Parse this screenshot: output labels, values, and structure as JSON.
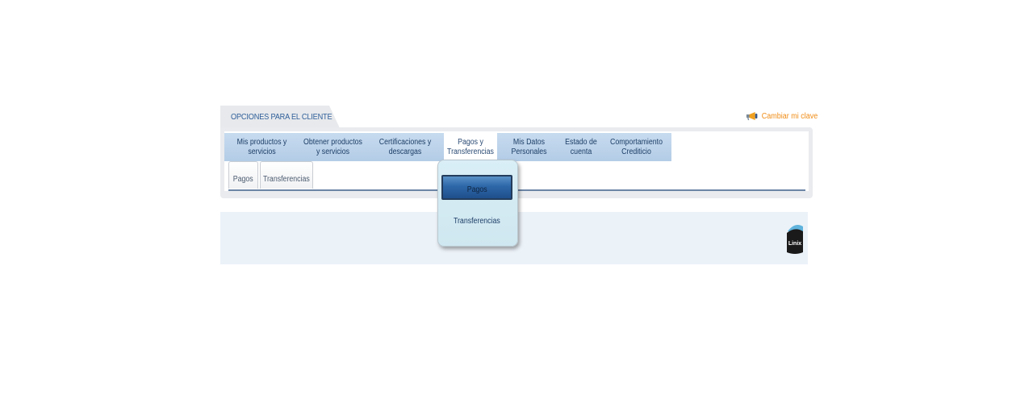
{
  "header": {
    "title": "OPCIONES PARA EL CLIENTE",
    "change_key_label": "Cambiar mi clave"
  },
  "nav": {
    "items": [
      {
        "label": "Mis productos y servicios",
        "active": false
      },
      {
        "label": "Obtener productos y servicios",
        "active": false
      },
      {
        "label": "Certificaciones y descargas",
        "active": false
      },
      {
        "label": "Pagos y Transferencias",
        "active": true
      },
      {
        "label": "Mis Datos Personales",
        "active": false
      },
      {
        "label": "Estado de cuenta",
        "active": false
      },
      {
        "label": "Comportamiento Crediticio",
        "active": false
      }
    ]
  },
  "subtabs": [
    "Pagos",
    "Transferencias"
  ],
  "dropdown": {
    "items": [
      "Pagos",
      "Transferencias"
    ],
    "highlighted": "Pagos"
  },
  "logo": {
    "text": "Linix",
    "icon": "linix-logo"
  },
  "colors": {
    "accent_orange": "#f08c16",
    "title_blue": "#2f5f9a",
    "nav_bg": "#bcd3ea",
    "content_bg": "#ebf2f8"
  }
}
